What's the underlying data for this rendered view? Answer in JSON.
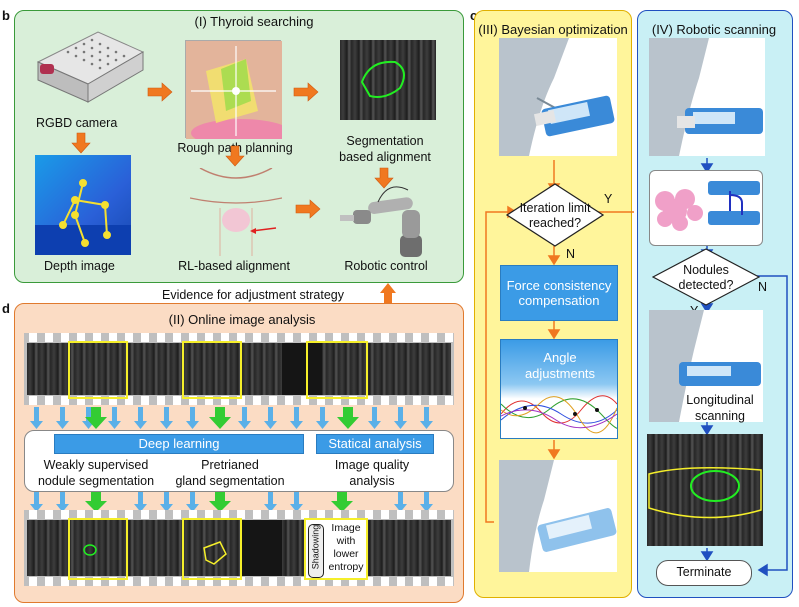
{
  "panel_b": {
    "letter": "b",
    "title": "(I) Thyroid searching",
    "rgbd_label": "RGBD camera",
    "rough_path_label": "Rough path planning",
    "segmentation_label_line1": "Segmentation",
    "segmentation_label_line2": "based alignment",
    "depth_label": "Depth image",
    "rl_label": "RL-based alignment",
    "robotic_control_label": "Robotic control"
  },
  "evidence_label": "Evidence for adjustment strategy",
  "panel_d": {
    "letter": "d",
    "title": "(II) Online image analysis",
    "deep_learning": "Deep learning",
    "statical_analysis": "Statical analysis",
    "weakly_line1": "Weakly supervised",
    "weakly_line2": "nodule segmentation",
    "gland_line1": "Pretrianed",
    "gland_line2": "gland segmentation",
    "quality_line1": "Image quality",
    "quality_line2": "analysis",
    "shadowing": "Shadowing",
    "lower_line1": "Image",
    "lower_line2": "with",
    "lower_line3": "lower",
    "lower_line4": "entropy"
  },
  "panel_c": {
    "letter": "c",
    "title_iii": "(III) Bayesian optimization",
    "iteration_line1": "Iteration limit",
    "iteration_line2": "reached?",
    "yes": "Y",
    "no": "N",
    "force_line1": "Force consistency",
    "force_line2": "compensation",
    "angle_line1": "Angle",
    "angle_line2": "adjustments",
    "title_iv": "(IV)  Robotic scanning",
    "nodules_line1": "Nodules",
    "nodules_line2": "detected?",
    "yes2": "Y",
    "no2": "N",
    "longitudinal_line1": "Longitudinal",
    "longitudinal_line2": "scanning",
    "terminate": "Terminate"
  },
  "colors": {
    "panel_b_bg": "#d9efd9",
    "panel_b_border": "#3a9a3a",
    "panel_d_bg": "#fbdcc4",
    "panel_d_border": "#e07a2e",
    "panel_iii_bg": "#fff59b",
    "panel_iii_border": "#e0b000",
    "panel_iv_bg": "#c9f0f5",
    "panel_iv_border": "#2050c0",
    "orange_arrow": "#f07820",
    "green_arrow": "#33cc33",
    "blue_box": "#3b9be6",
    "yellow_frame": "#f5ef2a"
  }
}
